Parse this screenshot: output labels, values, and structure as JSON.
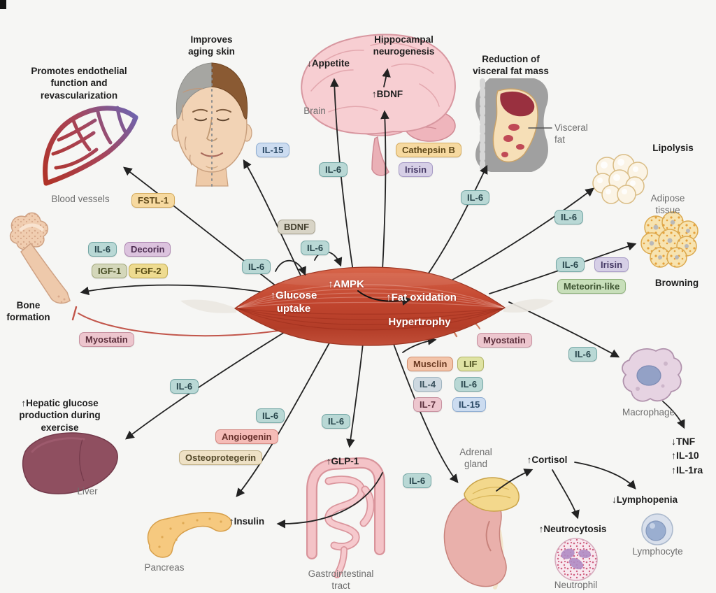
{
  "labels": {
    "promo_title": "Promotes endothelial\nfunction and\nrevascularization",
    "blood_vessels": "Blood vessels",
    "aging_skin": "Improves\naging skin",
    "appetite": "↓Appetite",
    "hippocampal": "Hippocampal\nneurogenesis",
    "bdnf_up": "↑BDNF",
    "brain": "Brain",
    "visceral_title": "Reduction of\nvisceral fat mass",
    "visceral_fat": "Visceral\nfat",
    "lipolysis": "Lipolysis",
    "adipose_tissue": "Adipose\ntissue",
    "browning": "Browning",
    "macrophage": "Macrophage",
    "cytokine_shift": "↓TNF\n↑IL-10\n↑IL-1ra",
    "lymphopenia": "↓Lymphopenia",
    "lymphocyte": "Lymphocyte",
    "neutrocytosis": "↑Neutrocytosis",
    "neutrophil": "Neutrophil",
    "cortisol": "↑Cortisol",
    "adrenal_gland": "Adrenal\ngland",
    "gi_tract": "Gastrointestinal\ntract",
    "glp1": "↑GLP-1",
    "insulin": "↑Insulin",
    "pancreas": "Pancreas",
    "hepatic": "↑Hepatic glucose\nproduction during\nexercise",
    "liver": "Liver",
    "bone_formation": "Bone\nformation"
  },
  "muscle": {
    "ampk": "↑AMPK",
    "glucose_uptake": "↑Glucose\nuptake",
    "fat_oxidation": "↑Fat oxidation",
    "hypertrophy": "Hypertrophy"
  },
  "badges": {
    "il6": "IL-6",
    "il15": "IL-15",
    "il4": "IL-4",
    "il7": "IL-7",
    "fstl1": "FSTL-1",
    "cathepsin_b": "Cathepsin B",
    "irisin": "Irisin",
    "bdnf": "BDNF",
    "decorin": "Decorin",
    "igf1": "IGF-1",
    "fgf2": "FGF-2",
    "myostatin": "Myostatin",
    "meteorin_like": "Meteorin-like",
    "musclin": "Musclin",
    "lif": "LIF",
    "angiogenin": "Angiogenin",
    "osteoprotegerin": "Osteoprotegerin"
  },
  "palette": {
    "background": "#f6f6f4",
    "muscle_red": "#c1452e",
    "arrow_black": "#222222",
    "inhibit_red": "#c2564b",
    "inhibit_salmon": "#cf7f62",
    "badge_teal": "#b9d8d5",
    "badge_blue": "#ccdcf0",
    "badge_pink": "#edc6ce",
    "badge_orange": "#f6d9a0",
    "title_text": "#1e1e1e",
    "caption_text": "#6e6e6e"
  }
}
